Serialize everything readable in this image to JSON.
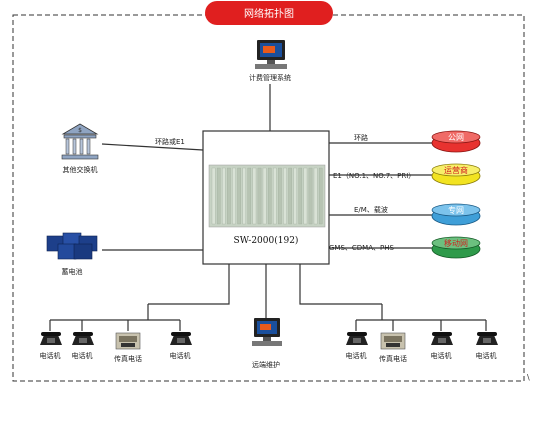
{
  "diagram": {
    "title": "网络拓扑图",
    "billing": "计费管理系统",
    "other_exchange": "其他交换机",
    "link_other": "环路或E1",
    "battery": "蓄电池",
    "core": "SW-2000(192)",
    "remote": "远端维护",
    "phone": "电话机",
    "fax": "传真电话",
    "right_links": [
      {
        "line": "环路",
        "network": "公网",
        "color": "#e8322f"
      },
      {
        "line": "E1（NO.1、NO.7、PRI）",
        "network": "运营商",
        "color": "#f2e321"
      },
      {
        "line": "E/M、载波",
        "network": "专网",
        "color": "#3f9fd8"
      },
      {
        "line": "GMS、CDMA、PHS",
        "network": "移动网",
        "color": "#2e9a4a"
      }
    ],
    "corner_mark": "\\"
  }
}
